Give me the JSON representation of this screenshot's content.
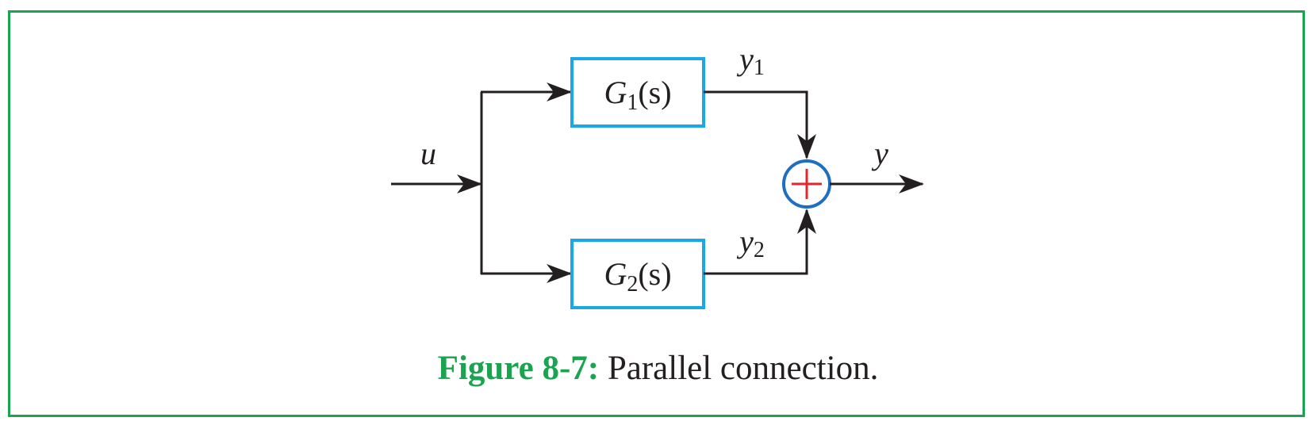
{
  "diagram": {
    "input_label": "u",
    "output_label": "y",
    "block_top": {
      "name": "G",
      "sub": "1",
      "arg": "(s)"
    },
    "block_bottom": {
      "name": "G",
      "sub": "2",
      "arg": "(s)"
    },
    "signal_top": {
      "name": "y",
      "sub": "1"
    },
    "signal_bottom": {
      "name": "y",
      "sub": "2"
    },
    "summer_symbol": "+"
  },
  "caption": {
    "label": "Figure 8-7:",
    "text": "Parallel connection."
  },
  "colors": {
    "frame": "#1aa44f",
    "block_border": "#1aa9e6",
    "summer_border": "#1f6fc0",
    "summer_plus": "#e3262b",
    "line": "#231f20"
  }
}
